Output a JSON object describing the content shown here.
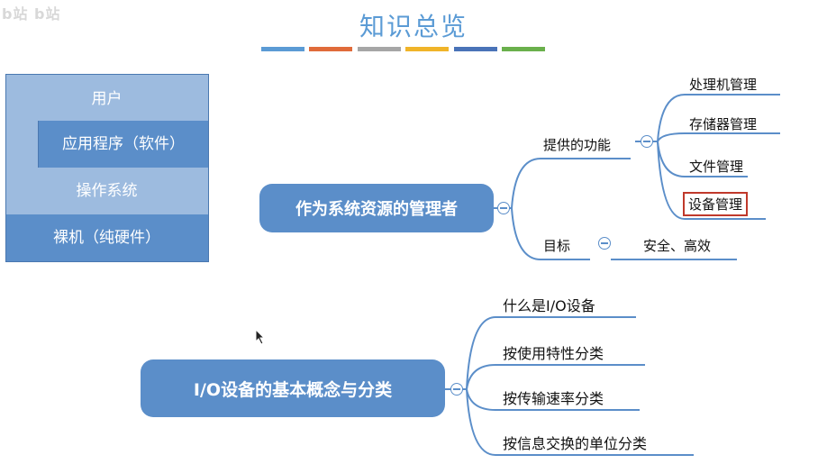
{
  "watermark": "b站 b站",
  "title": "知识总览",
  "title_bar_colors": [
    "#5b9bd5",
    "#e06b3a",
    "#a6a6a6",
    "#f0b429",
    "#4a73b8",
    "#6ab04c"
  ],
  "layers": {
    "user": "用户",
    "apps": "应用程序（软件）",
    "os": "操作系统",
    "hardware": "裸机（纯硬件）"
  },
  "mindmap1": {
    "root": "作为系统资源的管理者",
    "branch_functions": "提供的功能",
    "functions": [
      "处理机管理",
      "存储器管理",
      "文件管理",
      "设备管理"
    ],
    "branch_goal": "目标",
    "goal_value": "安全、高效"
  },
  "mindmap2": {
    "root": "I/O设备的基本概念与分类",
    "items": [
      "什么是I/O设备",
      "按使用特性分类",
      "按传输速率分类",
      "按信息交换的单位分类"
    ]
  },
  "colors": {
    "accent": "#5b8ec9",
    "highlight": "#c0392b"
  }
}
